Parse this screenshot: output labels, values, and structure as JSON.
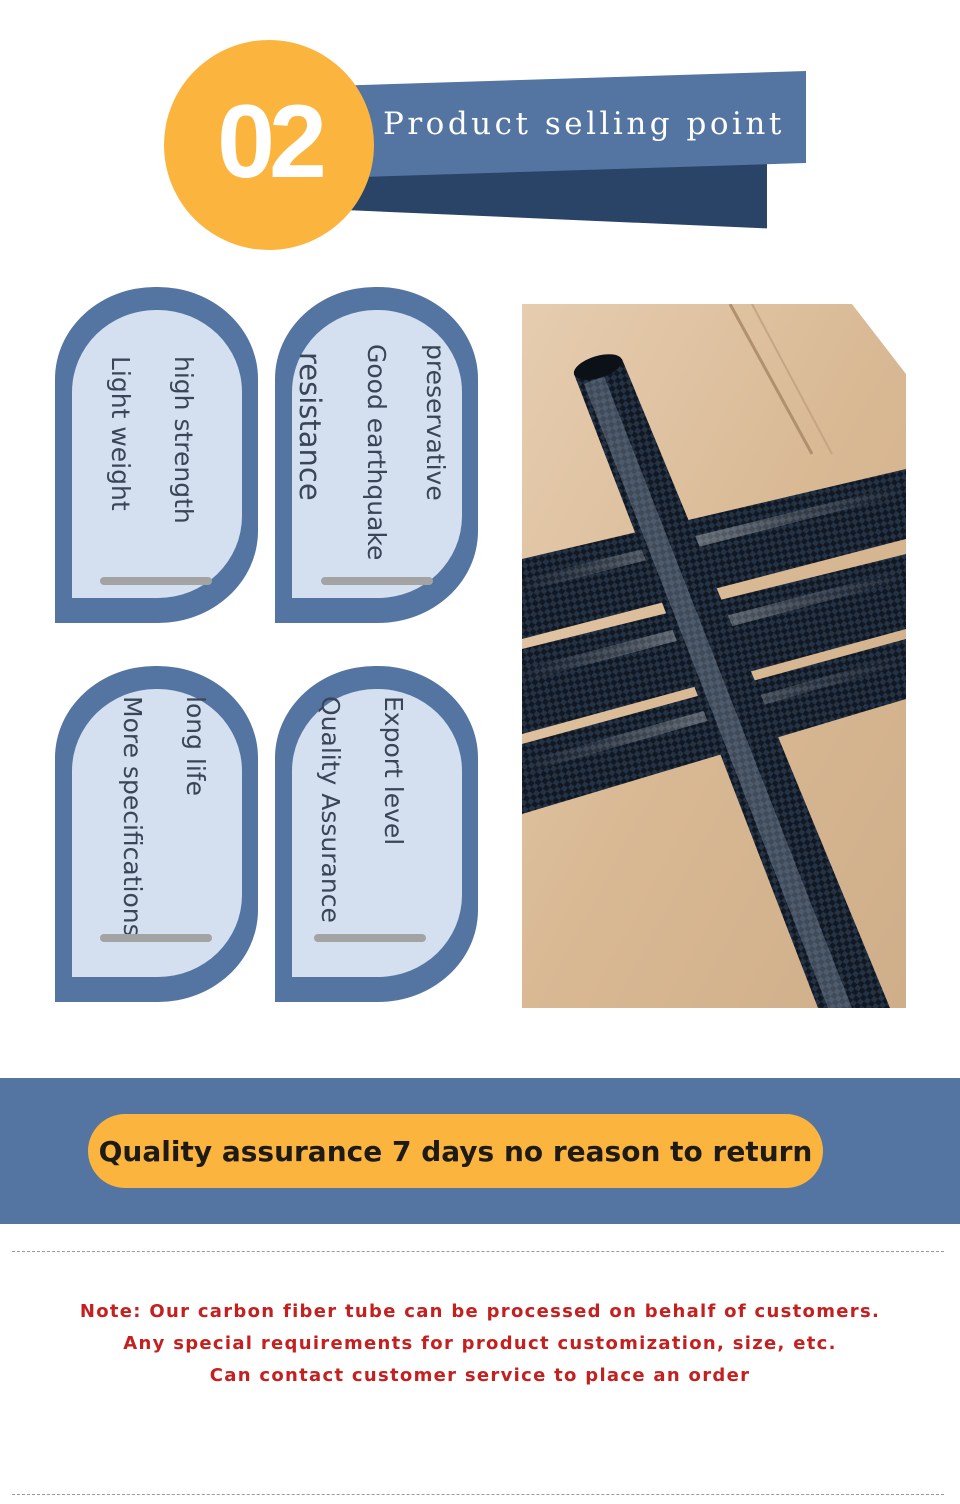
{
  "header": {
    "badge_number": "02",
    "title": "Product selling point"
  },
  "cards": [
    {
      "lines": [
        "high strength",
        "Light weight"
      ]
    },
    {
      "lines": [
        "preservative",
        "Good earthquake",
        "resistance"
      ]
    },
    {
      "lines": [
        "long life",
        "More specifications"
      ]
    },
    {
      "lines": [
        "Export level",
        "Quality Assurance"
      ]
    }
  ],
  "product_image": {
    "icon": "carbon-fiber-tubes-photo"
  },
  "quality": {
    "text": "Quality assurance 7 days no reason to return"
  },
  "notes": [
    "Note: Our carbon fiber tube can be processed on behalf of customers.",
    "Any special requirements for product customization, size, etc.",
    "Can contact customer service to place an order"
  ],
  "colors": {
    "accent_orange": "#fbb53e",
    "accent_blue": "#5474a2",
    "dark_blue": "#2a4468",
    "card_fill": "#d4e0ef",
    "note_red": "#c3201f"
  }
}
